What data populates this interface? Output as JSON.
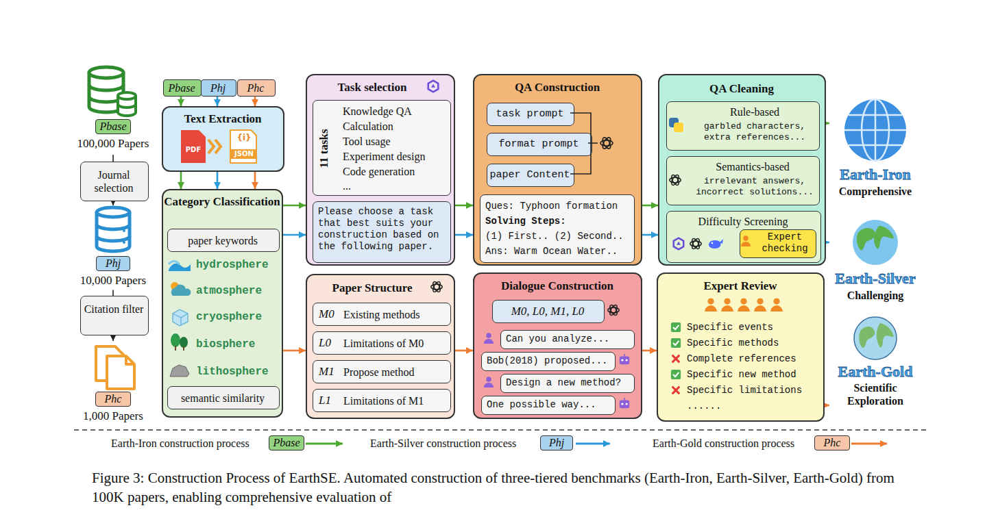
{
  "diagram": {
    "caption": "Figure 3: Construction Process of EarthSE. Automated construction of three-tiered benchmarks (Earth-Iron, Earth-Silver, Earth-Gold) from 100K papers, enabling comprehensive evaluation of",
    "nodes": [
      {
        "text": [
          "Pbase",
          "100,000 Papers"
        ]
      },
      {
        "text": [
          "Journal selection"
        ]
      },
      {
        "text": [
          "Phj",
          "10,000 Papers"
        ]
      },
      {
        "text": [
          "Citation filter"
        ]
      },
      {
        "text": [
          "Phc",
          "1,000 Papers"
        ]
      },
      {
        "text": [
          "Pbase"
        ]
      },
      {
        "text": [
          "Phj"
        ]
      },
      {
        "text": [
          "Phc"
        ]
      },
      {
        "text": [
          "Text Extraction"
        ]
      },
      {
        "text": [
          "Category Classification",
          "hydrosphere",
          "atmosphere",
          "cryosphere",
          "biosphere",
          "lithosphere"
        ]
      },
      {
        "text": [
          "paper keywords"
        ],
        "in": 9
      },
      {
        "text": [
          "semantic similarity"
        ],
        "in": 9
      },
      {
        "text": [
          "Task selection"
        ]
      },
      {
        "text": [
          "11 tasks",
          "Knowledge QA",
          "Calculation",
          "Tool usage",
          "Experiment design",
          "Code generation",
          "..."
        ],
        "in": 12
      },
      {
        "text": [
          "Please choose a task that best suits your construction based on the following paper."
        ],
        "in": 12
      },
      {
        "text": [
          "QA Construction"
        ]
      },
      {
        "text": [
          "task prompt"
        ],
        "in": 15
      },
      {
        "text": [
          "format prompt"
        ],
        "in": 15
      },
      {
        "text": [
          "paper Content"
        ],
        "in": 15
      },
      {
        "text": [
          "Ques: Typhoon formation",
          "Solving Steps:",
          "(1) First.. (2) Second..",
          "Ans: Warm Ocean Water.."
        ],
        "in": 15
      },
      {
        "text": [
          "QA Cleaning"
        ]
      },
      {
        "text": [
          "Rule-based",
          "garbled characters, extra references..."
        ],
        "in": 20
      },
      {
        "text": [
          "Semantics-based",
          "irrelevant answers, incorrect solutions..."
        ],
        "in": 20
      },
      {
        "text": [
          "Difficulty Screening"
        ],
        "in": 20
      },
      {
        "text": [
          "Expert checking"
        ],
        "in": 23
      },
      {
        "text": [
          "Earth-Iron",
          "Comprehensive"
        ]
      },
      {
        "text": [
          "Earth-Silver",
          "Challenging"
        ]
      },
      {
        "text": [
          "Earth-Gold",
          "Scientific Exploration"
        ]
      },
      {
        "text": [
          "Paper Structure"
        ]
      },
      {
        "text": [
          "M0",
          "Existing methods"
        ],
        "in": 28
      },
      {
        "text": [
          "L0",
          "Limitations of M0"
        ],
        "in": 28
      },
      {
        "text": [
          "M1",
          "Propose method"
        ],
        "in": 28
      },
      {
        "text": [
          "L1",
          "Limitations of M1"
        ],
        "in": 28
      },
      {
        "text": [
          "Dialogue Construction"
        ]
      },
      {
        "text": [
          "M0, L0, M1, L0"
        ],
        "in": 33
      },
      {
        "text": [
          "Can you analyze..."
        ],
        "in": 33
      },
      {
        "text": [
          "Bob(2018) proposed..."
        ],
        "in": 33
      },
      {
        "text": [
          "Design a new method?"
        ],
        "in": 33
      },
      {
        "text": [
          "One possible way..."
        ],
        "in": 33
      },
      {
        "text": [
          "Expert Review",
          "Specific events",
          "Specific methods",
          "Complete references",
          "Specific new method",
          "Specific limitations",
          "......"
        ]
      }
    ],
    "edges": [
      {
        "from": 0,
        "to": 1,
        "arrow": "none"
      },
      {
        "from": 1,
        "to": 2,
        "arrow": "to"
      },
      {
        "from": 2,
        "to": 3,
        "arrow": "none"
      },
      {
        "from": 3,
        "to": 4,
        "arrow": "to"
      },
      {
        "from": 5,
        "to": 8,
        "arrow": "to"
      },
      {
        "from": 6,
        "to": 8,
        "arrow": "to"
      },
      {
        "from": 7,
        "to": 8,
        "arrow": "to"
      },
      {
        "from": 8,
        "to": 9,
        "arrow": "to"
      },
      {
        "from": 8,
        "to": 9,
        "arrow": "to"
      },
      {
        "from": 8,
        "to": 9,
        "arrow": "to"
      },
      {
        "from": 9,
        "to": 12,
        "arrow": "to"
      },
      {
        "from": 9,
        "to": 12,
        "arrow": "to"
      },
      {
        "from": 9,
        "to": 28,
        "arrow": "to"
      },
      {
        "from": 12,
        "to": 15,
        "arrow": "to"
      },
      {
        "from": 12,
        "to": 15,
        "arrow": "to"
      },
      {
        "from": 15,
        "to": 20,
        "arrow": "to"
      },
      {
        "from": 15,
        "to": 20,
        "arrow": "to"
      },
      {
        "from": 21,
        "to": 25,
        "arrow": "to"
      },
      {
        "from": 23,
        "to": 26,
        "arrow": "to"
      },
      {
        "from": 28,
        "to": 33,
        "arrow": "to"
      },
      {
        "from": 33,
        "to": 39,
        "arrow": "to"
      },
      {
        "from": 39,
        "to": 27,
        "arrow": "to"
      }
    ],
    "labels": [
      "PDF",
      "{i}",
      "JSON",
      "Pbase",
      "Phj",
      "Phc"
    ],
    "legend": [
      {
        "text": "Earth-Iron construction process"
      },
      {
        "text": "Earth-Silver construction process"
      },
      {
        "text": "Earth-Gold construction process"
      }
    ]
  }
}
